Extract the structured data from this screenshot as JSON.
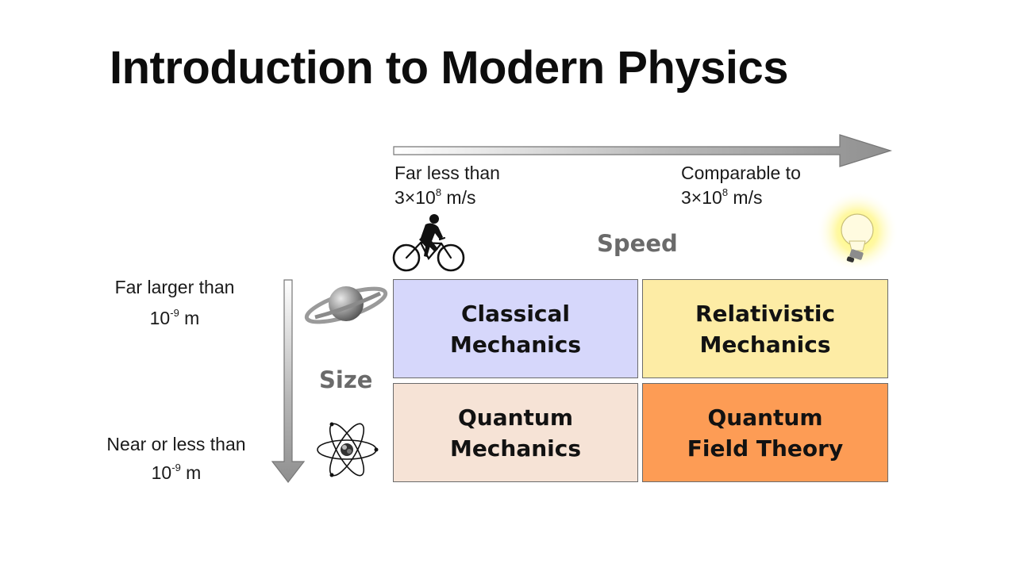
{
  "title": "Introduction to Modern Physics",
  "speed_axis": {
    "name": "Speed",
    "low_line1": "Far less than",
    "low_base": "3×10",
    "low_exp": "8",
    "low_unit": " m/s",
    "high_line1": "Comparable to",
    "high_base": "3×10",
    "high_exp": "8",
    "high_unit": " m/s"
  },
  "size_axis": {
    "name": "Size",
    "large_line1": "Far larger than",
    "large_base": "10",
    "large_exp": "-9",
    "large_unit": " m",
    "small_line1": "Near or less than",
    "small_base": "10",
    "small_exp": "-9",
    "small_unit": " m"
  },
  "quadrants": {
    "classical": {
      "label": "Classical\nMechanics",
      "color": "#d6d7fb"
    },
    "relativistic": {
      "label": "Relativistic\nMechanics",
      "color": "#fdeca5"
    },
    "quantum": {
      "label": "Quantum\nMechanics",
      "color": "#f6e3d6"
    },
    "qft": {
      "label": "Quantum\nField Theory",
      "color": "#fd9c55"
    }
  },
  "icons": {
    "cyclist": "cyclist-icon",
    "bulb": "lightbulb-icon",
    "planet": "saturn-icon",
    "atom": "atom-icon"
  }
}
